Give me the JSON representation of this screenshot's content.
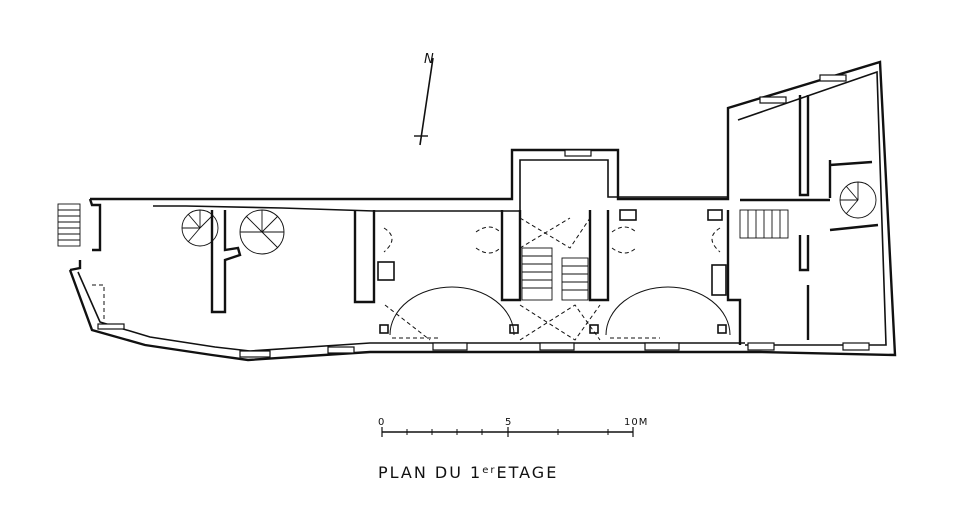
{
  "north_label": "N",
  "scale": {
    "ticks": [
      "0",
      "5",
      "10M"
    ]
  },
  "title": {
    "main": "PLAN DU 1",
    "superscript": "er",
    "suffix": "ETAGE"
  }
}
